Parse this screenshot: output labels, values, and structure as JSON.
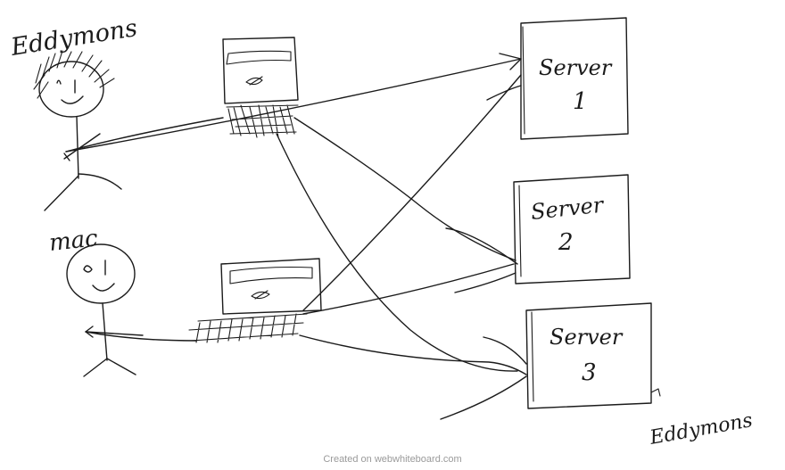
{
  "users": [
    {
      "name": "Eddymons"
    },
    {
      "name": "mac"
    }
  ],
  "servers": [
    {
      "label": "Server",
      "number": "1"
    },
    {
      "label": "Server",
      "number": "2"
    },
    {
      "label": "Server",
      "number": "3"
    }
  ],
  "signature": "Eddymons",
  "footer": "Created on webwhiteboard.com"
}
